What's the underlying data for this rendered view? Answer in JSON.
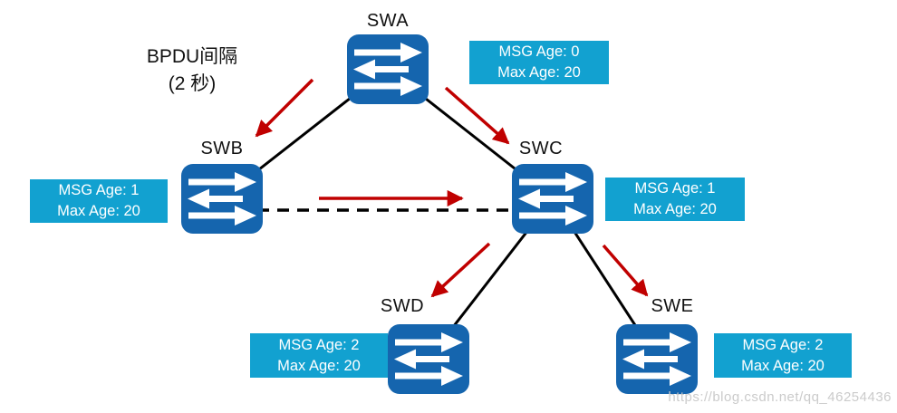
{
  "diagram": {
    "note_line1": "BPDU间隔",
    "note_line2": "(2 秒)",
    "watermark": "https://blog.csdn.net/qq_46254436"
  },
  "nodes": [
    {
      "id": "swa",
      "label": "SWA"
    },
    {
      "id": "swb",
      "label": "SWB"
    },
    {
      "id": "swc",
      "label": "SWC"
    },
    {
      "id": "swd",
      "label": "SWD"
    },
    {
      "id": "swe",
      "label": "SWE"
    }
  ],
  "badges": [
    {
      "node": "SWA",
      "line1": "MSG Age: 0",
      "line2": "Max Age: 20"
    },
    {
      "node": "SWB",
      "line1": "MSG Age: 1",
      "line2": "Max Age: 20"
    },
    {
      "node": "SWC",
      "line1": "MSG Age: 1",
      "line2": "Max Age: 20"
    },
    {
      "node": "SWD",
      "line1": "MSG Age: 2",
      "line2": "Max Age: 20"
    },
    {
      "node": "SWE",
      "line1": "MSG Age: 2",
      "line2": "Max Age: 20"
    }
  ],
  "edges": [
    {
      "from": "SWA",
      "to": "SWB",
      "style": "solid"
    },
    {
      "from": "SWA",
      "to": "SWC",
      "style": "solid"
    },
    {
      "from": "SWB",
      "to": "SWC",
      "style": "dashed"
    },
    {
      "from": "SWC",
      "to": "SWD",
      "style": "solid"
    },
    {
      "from": "SWC",
      "to": "SWE",
      "style": "solid"
    }
  ],
  "bpdu_flows": [
    {
      "from": "SWA",
      "to": "SWB"
    },
    {
      "from": "SWA",
      "to": "SWC"
    },
    {
      "from": "SWB",
      "to": "SWC"
    },
    {
      "from": "SWC",
      "to": "SWD"
    },
    {
      "from": "SWC",
      "to": "SWE"
    }
  ],
  "colors": {
    "switch_blue": "#1565ae",
    "badge_cyan": "#12a1d0",
    "arrow_red": "#c00000",
    "line_black": "#000000",
    "watermark_gray": "#cbcbcb"
  }
}
